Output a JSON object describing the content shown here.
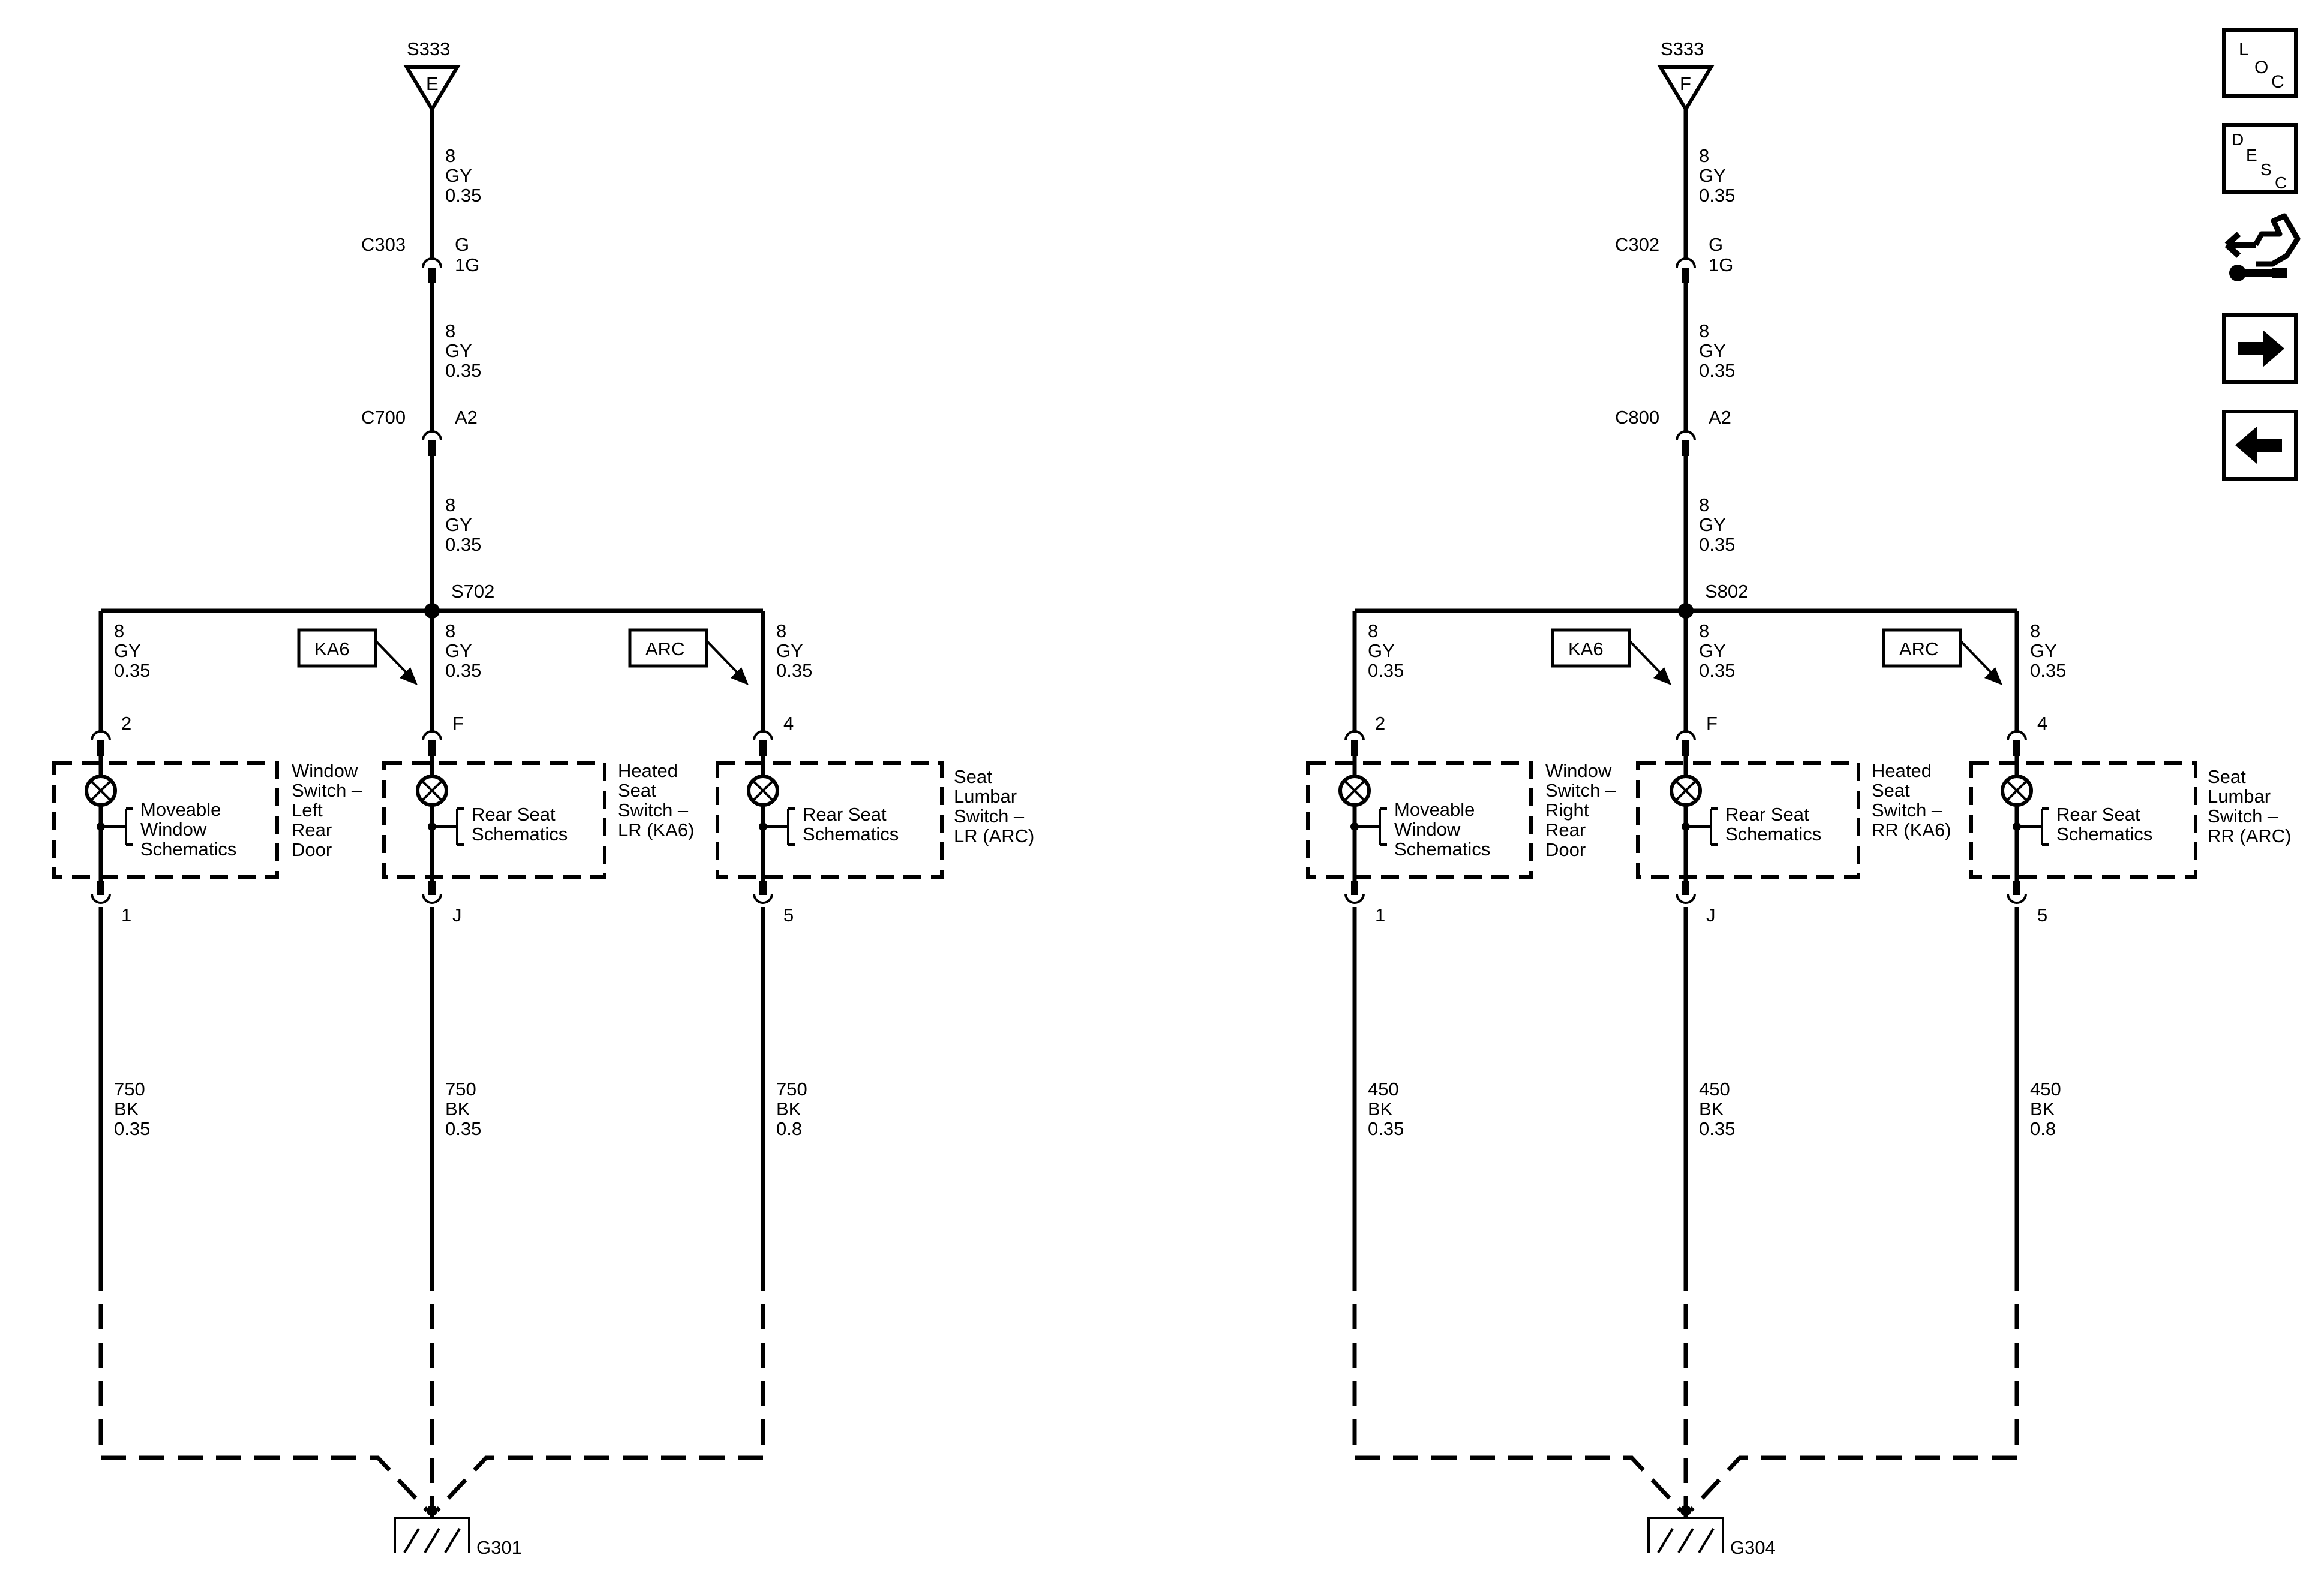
{
  "toolbar": {
    "loc_icon": "location-icon",
    "desc_icon": "description-icon",
    "connector_icon": "connector-end-view-icon",
    "next_icon": "arrow-right-icon",
    "prev_icon": "arrow-left-icon",
    "loc_letters": [
      "L",
      "O",
      "C"
    ],
    "desc_letters": [
      "D",
      "E",
      "S",
      "C"
    ]
  },
  "left": {
    "source": {
      "name": "S333",
      "letter": "E"
    },
    "wire_top": [
      "8",
      "GY",
      "0.35"
    ],
    "conn1": {
      "name": "C303",
      "pin": "G",
      "pin2": "1G"
    },
    "wire_mid": [
      "8",
      "GY",
      "0.35"
    ],
    "conn2": {
      "name": "C700",
      "pin": "A2"
    },
    "wire_low": [
      "8",
      "GY",
      "0.35"
    ],
    "splice": "S702",
    "branches": [
      {
        "wire_top": [
          "8",
          "GY",
          "0.35"
        ],
        "pin_top": "2",
        "pin_bottom": "1",
        "schematic": [
          "Moveable",
          "Window",
          "Schematics"
        ],
        "component": [
          "Window",
          "Switch –",
          "Left",
          "Rear",
          "Door"
        ],
        "wire_bottom": [
          "750",
          "BK",
          "0.35"
        ]
      },
      {
        "option": "KA6",
        "wire_top": [
          "8",
          "GY",
          "0.35"
        ],
        "pin_top": "F",
        "pin_bottom": "J",
        "schematic": [
          "Rear Seat",
          "Schematics"
        ],
        "component": [
          "Heated",
          "Seat",
          "Switch –",
          "LR (KA6)"
        ],
        "wire_bottom": [
          "750",
          "BK",
          "0.35"
        ]
      },
      {
        "option": "ARC",
        "wire_top": [
          "8",
          "GY",
          "0.35"
        ],
        "pin_top": "4",
        "pin_bottom": "5",
        "schematic": [
          "Rear Seat",
          "Schematics"
        ],
        "component": [
          "Seat",
          "Lumbar",
          "Switch –",
          "LR (ARC)"
        ],
        "wire_bottom": [
          "750",
          "BK",
          "0.8"
        ]
      }
    ],
    "ground": "G301"
  },
  "right": {
    "source": {
      "name": "S333",
      "letter": "F"
    },
    "wire_top": [
      "8",
      "GY",
      "0.35"
    ],
    "conn1": {
      "name": "C302",
      "pin": "G",
      "pin2": "1G"
    },
    "wire_mid": [
      "8",
      "GY",
      "0.35"
    ],
    "conn2": {
      "name": "C800",
      "pin": "A2"
    },
    "wire_low": [
      "8",
      "GY",
      "0.35"
    ],
    "splice": "S802",
    "branches": [
      {
        "wire_top": [
          "8",
          "GY",
          "0.35"
        ],
        "pin_top": "2",
        "pin_bottom": "1",
        "schematic": [
          "Moveable",
          "Window",
          "Schematics"
        ],
        "component": [
          "Window",
          "Switch –",
          "Right",
          "Rear",
          "Door"
        ],
        "wire_bottom": [
          "450",
          "BK",
          "0.35"
        ]
      },
      {
        "option": "KA6",
        "wire_top": [
          "8",
          "GY",
          "0.35"
        ],
        "pin_top": "F",
        "pin_bottom": "J",
        "schematic": [
          "Rear Seat",
          "Schematics"
        ],
        "component": [
          "Heated",
          "Seat",
          "Switch –",
          "RR (KA6)"
        ],
        "wire_bottom": [
          "450",
          "BK",
          "0.35"
        ]
      },
      {
        "option": "ARC",
        "wire_top": [
          "8",
          "GY",
          "0.35"
        ],
        "pin_top": "4",
        "pin_bottom": "5",
        "schematic": [
          "Rear Seat",
          "Schematics"
        ],
        "component": [
          "Seat",
          "Lumbar",
          "Switch –",
          "RR (ARC)"
        ],
        "wire_bottom": [
          "450",
          "BK",
          "0.8"
        ]
      }
    ],
    "ground": "G304"
  }
}
